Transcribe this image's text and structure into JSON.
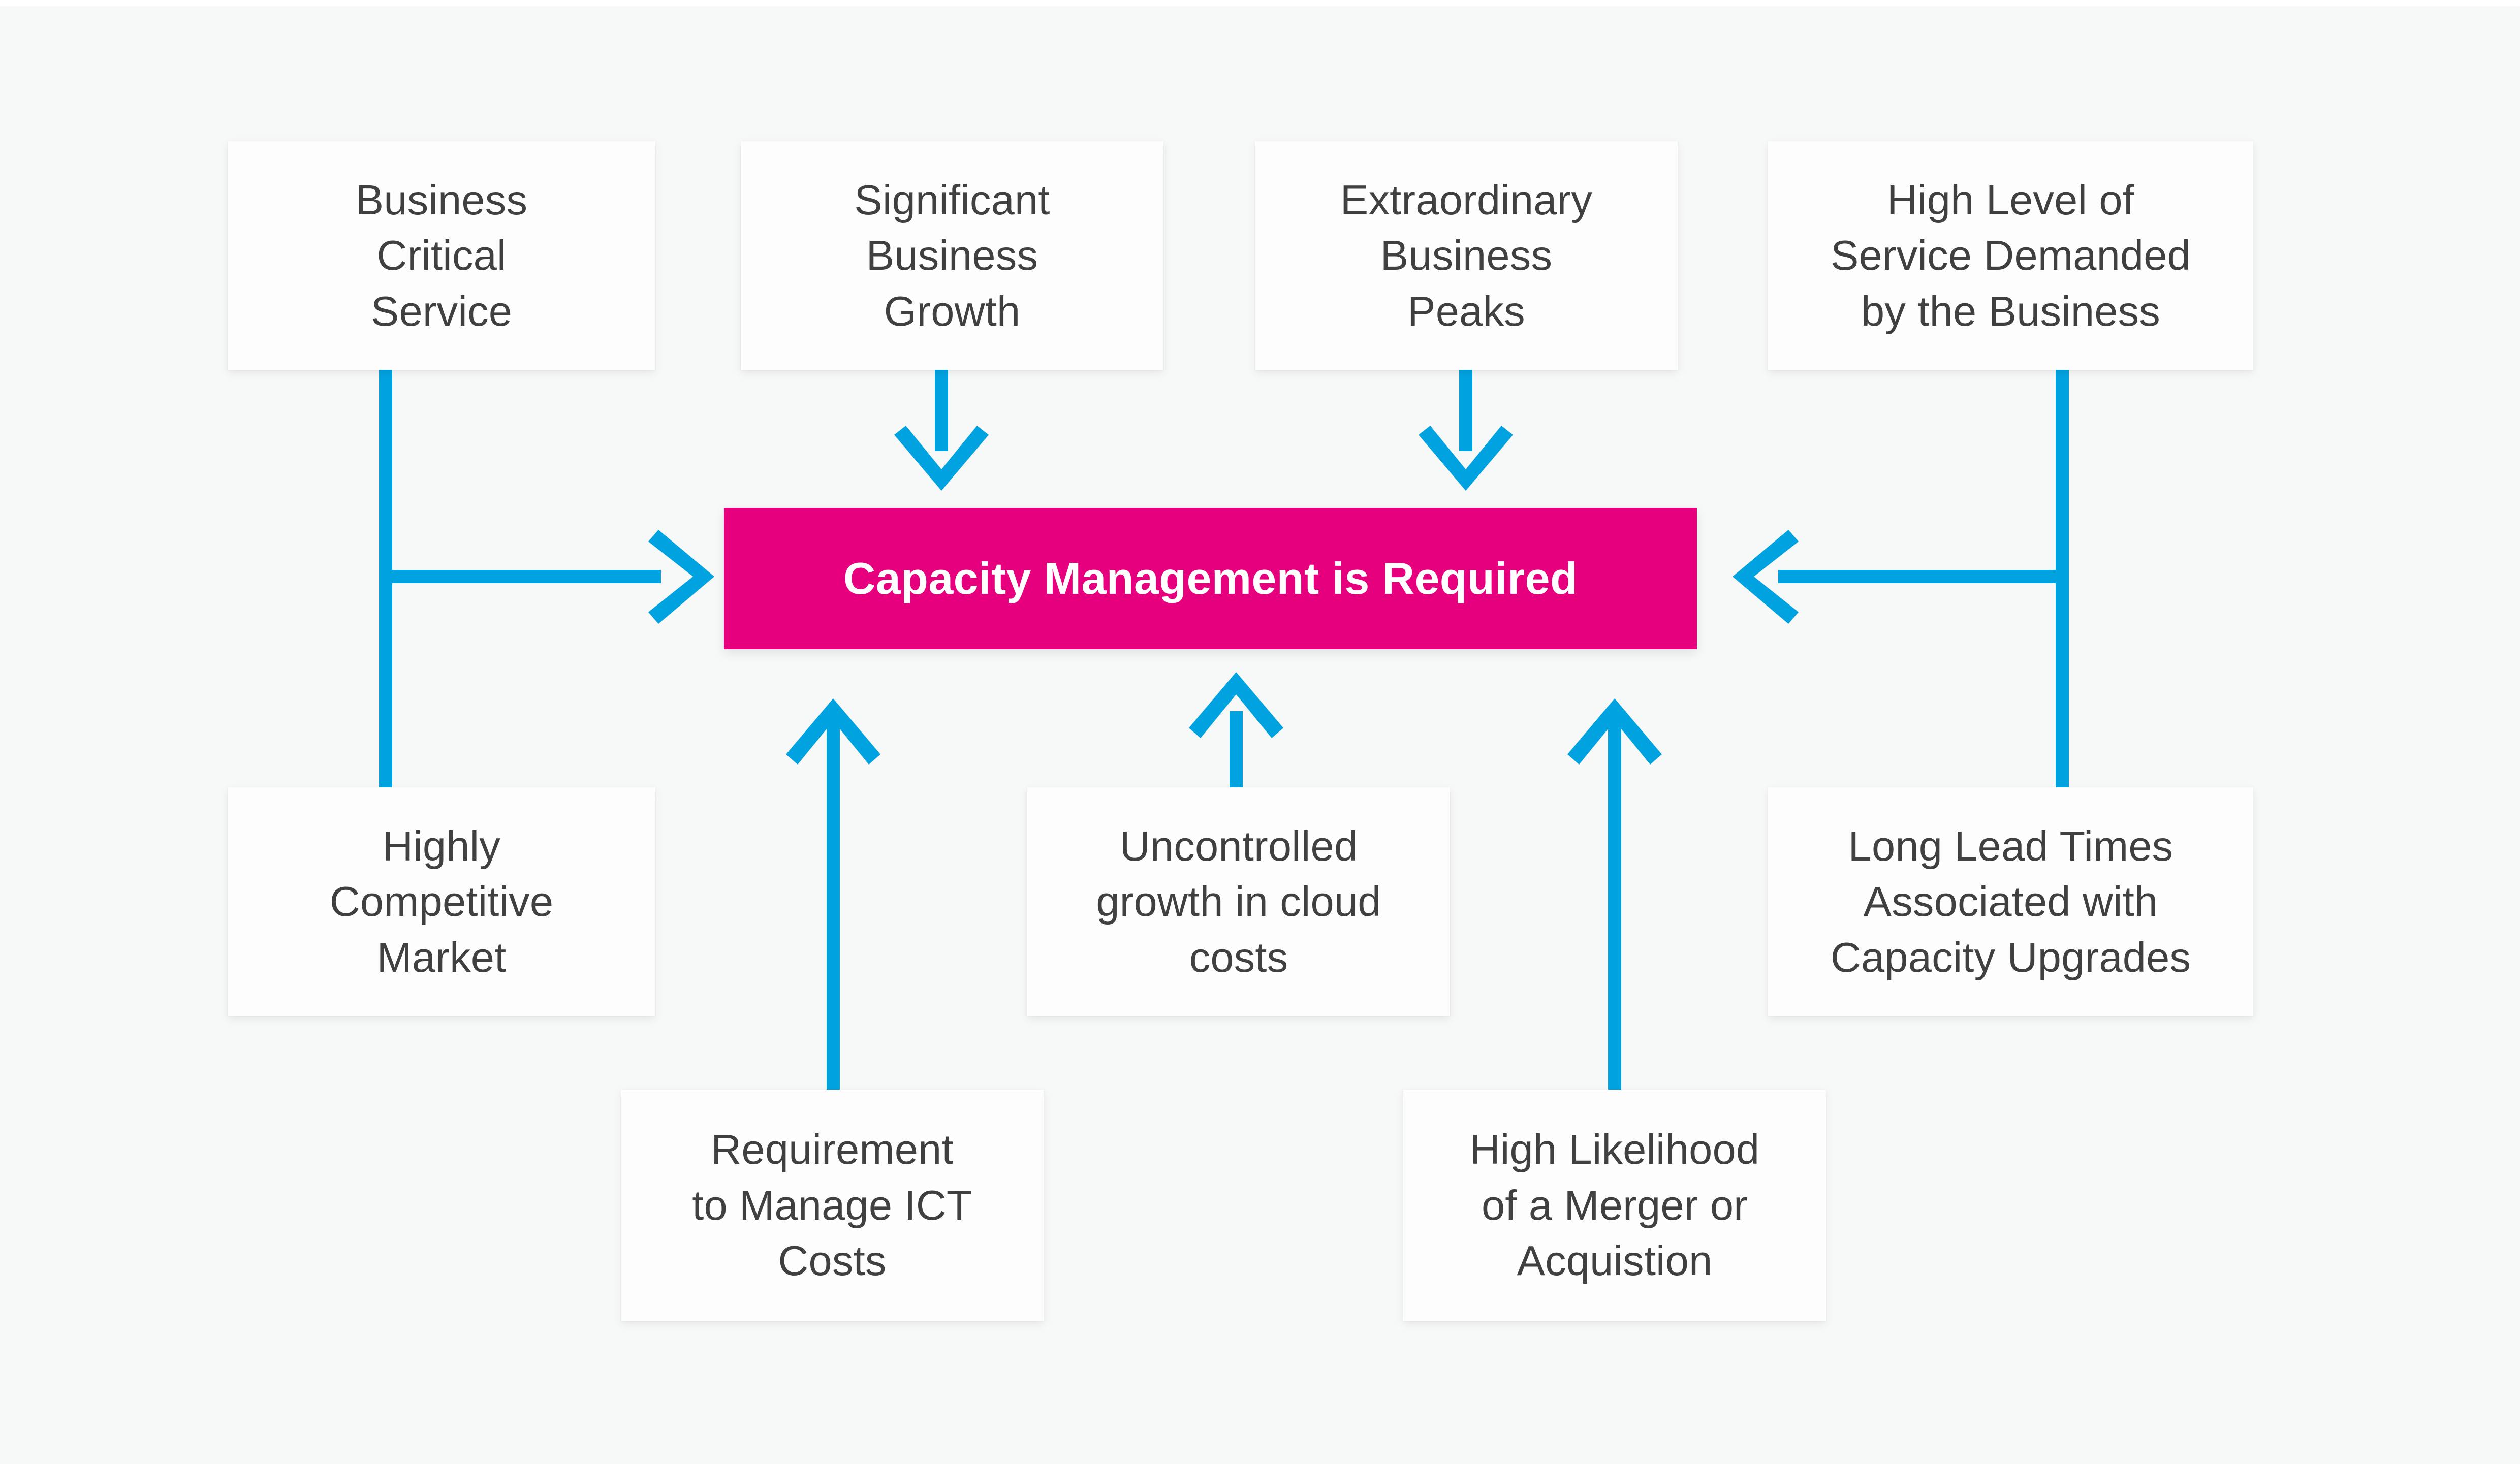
{
  "diagram": {
    "title_text": "Capacity Management is Required",
    "colors": {
      "background": "#f7f8f8",
      "node_fill": "#fdfdfd",
      "node_text": "#404040",
      "center_fill": "#e6007e",
      "center_text": "#ffffff",
      "connector": "#00a3e0"
    },
    "center": {
      "label": "Capacity Management is Required"
    },
    "top_row": [
      {
        "id": "business-critical-service",
        "lines": [
          "Business",
          "Critical",
          "Service"
        ]
      },
      {
        "id": "significant-business-growth",
        "lines": [
          "Significant",
          "Business",
          "Growth"
        ]
      },
      {
        "id": "extraordinary-business-peaks",
        "lines": [
          "Extraordinary",
          "Business",
          "Peaks"
        ]
      },
      {
        "id": "high-level-of-service-demanded",
        "lines": [
          "High Level of",
          "Service Demanded",
          "by the Business"
        ]
      }
    ],
    "middle_row": [
      {
        "id": "highly-competitive-market",
        "lines": [
          "Highly",
          "Competitive",
          "Market"
        ]
      },
      {
        "id": "uncontrolled-growth-in-cloud-costs",
        "lines": [
          "Uncontrolled",
          "growth in cloud",
          "costs"
        ]
      },
      {
        "id": "long-lead-times-capacity-upgrades",
        "lines": [
          "Long Lead Times",
          "Associated with",
          "Capacity Upgrades"
        ]
      }
    ],
    "bottom_row": [
      {
        "id": "requirement-to-manage-ict-costs",
        "lines": [
          "Requirement",
          "to Manage ICT",
          "Costs"
        ]
      },
      {
        "id": "high-likelihood-of-merger-or-acquistion",
        "lines": [
          "High Likelihood",
          "of a Merger or",
          "Acquistion"
        ]
      }
    ]
  }
}
